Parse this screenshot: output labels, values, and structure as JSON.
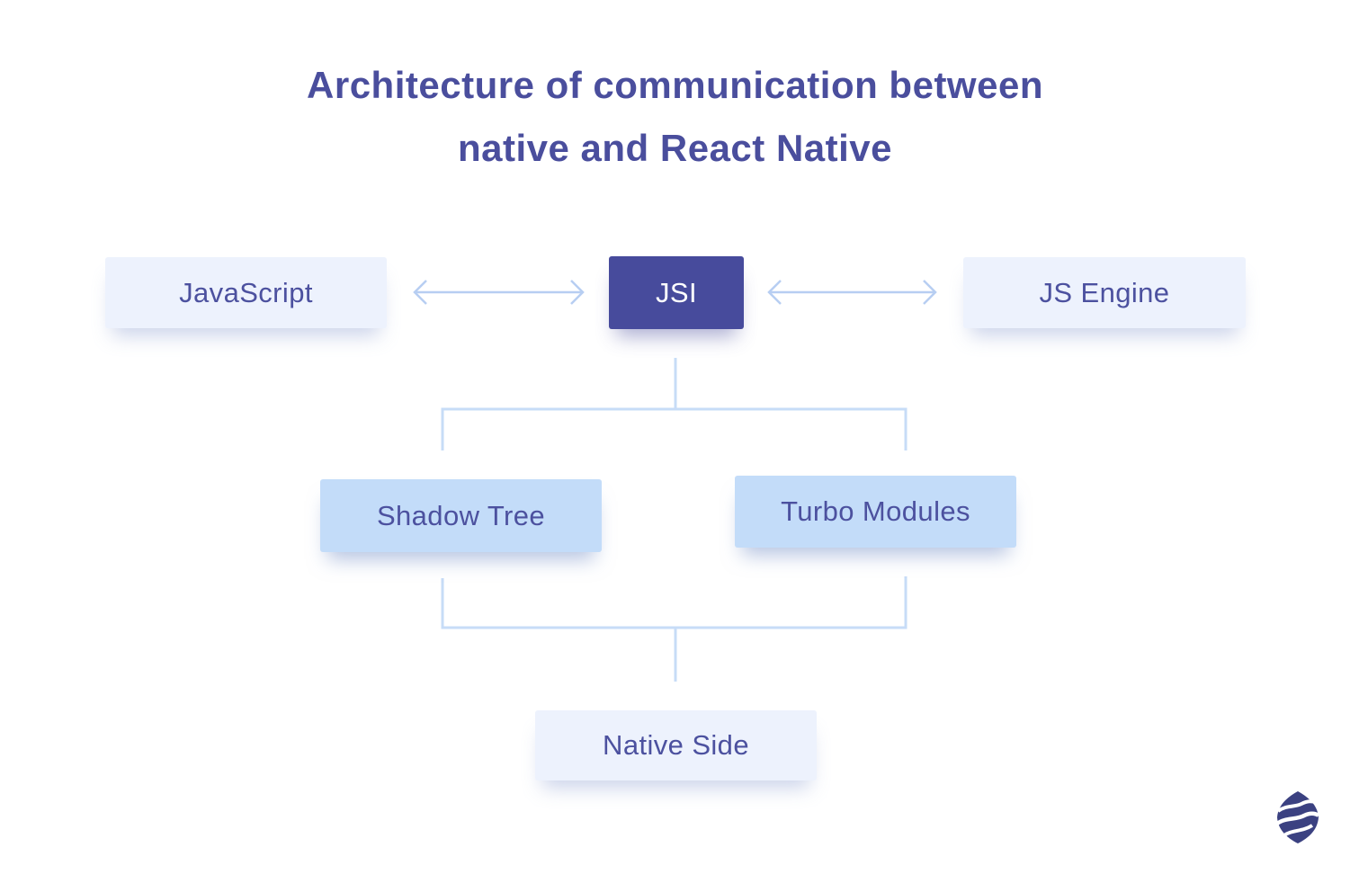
{
  "title": {
    "line1": "Architecture of communication between",
    "line2": "native and React Native"
  },
  "nodes": {
    "javascript": {
      "label": "JavaScript"
    },
    "jsi": {
      "label": "JSI"
    },
    "js_engine": {
      "label": "JS Engine"
    },
    "shadow_tree": {
      "label": "Shadow Tree"
    },
    "turbo_modules": {
      "label": "Turbo Modules"
    },
    "native_side": {
      "label": "Native Side"
    }
  },
  "edges": [
    {
      "from": "JavaScript",
      "to": "JSI",
      "style": "double-headed-arrow"
    },
    {
      "from": "JSI",
      "to": "JS Engine",
      "style": "double-headed-arrow"
    },
    {
      "from": "JSI",
      "to": "Shadow Tree",
      "style": "elbow-line"
    },
    {
      "from": "JSI",
      "to": "Turbo Modules",
      "style": "elbow-line"
    },
    {
      "from": "Shadow Tree",
      "to": "Native Side",
      "style": "elbow-line"
    },
    {
      "from": "Turbo Modules",
      "to": "Native Side",
      "style": "elbow-line"
    }
  ],
  "colors": {
    "title_text": "#4A4E9D",
    "node_text": "#4C519F",
    "node_dark_bg": "#474B9C",
    "node_dark_text": "#FFFFFF",
    "node_light_bg": "#EDF2FD",
    "node_medium_bg": "#C3DCF9",
    "arrow": "#B7CEF2",
    "connector_line": "#C7DCF7",
    "logo": "#3B4181"
  },
  "icons": {
    "brand_logo": "wave-globe-logo"
  }
}
